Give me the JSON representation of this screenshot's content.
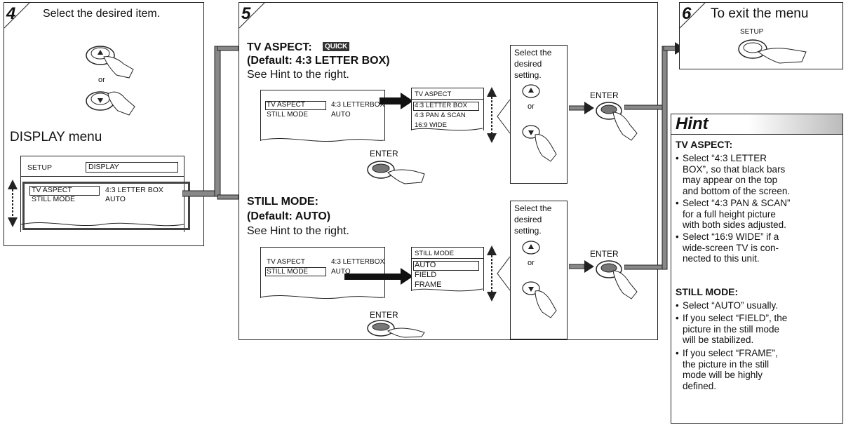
{
  "step4": {
    "number": "4",
    "title": "Select the desired item.",
    "or": "or",
    "display_menu_label": "DISPLAY menu",
    "menu": {
      "tab_setup": "SETUP",
      "tab_display": "DISPLAY",
      "row1_name": "TV ASPECT",
      "row1_value": "4:3 LETTER BOX",
      "row2_name": "STILL MODE",
      "row2_value": "AUTO"
    }
  },
  "step5": {
    "number": "5",
    "tv_aspect": {
      "heading": "TV ASPECT:",
      "badge": "QUICK",
      "default": "(Default: 4:3 LETTER BOX)",
      "see_hint": "See Hint to the right.",
      "menu_row1_name": "TV ASPECT",
      "menu_row1_value": "4:3 LETTERBOX",
      "menu_row2_name": "STILL MODE",
      "menu_row2_value": "AUTO",
      "options_title": "TV ASPECT",
      "options": [
        "4:3 LETTER BOX",
        "4:3 PAN & SCAN",
        "16:9 WIDE"
      ],
      "select_text": [
        "Select the",
        "desired",
        "setting."
      ],
      "or": "or",
      "enter_right": "ENTER",
      "enter_below": "ENTER"
    },
    "still_mode": {
      "heading": "STILL MODE:",
      "default": "(Default: AUTO)",
      "see_hint": "See Hint to the right.",
      "menu_row1_name": "TV ASPECT",
      "menu_row1_value": "4:3 LETTERBOX",
      "menu_row2_name": "STILL MODE",
      "menu_row2_value": "AUTO",
      "options_title": "STILL MODE",
      "options": [
        "AUTO",
        "FIELD",
        "FRAME"
      ],
      "select_text": [
        "Select the",
        "desired",
        "setting."
      ],
      "or": "or",
      "enter_right": "ENTER",
      "enter_below": "ENTER"
    }
  },
  "step6": {
    "number": "6",
    "title": "To exit the menu",
    "setup_label": "SETUP"
  },
  "hint": {
    "title": "Hint",
    "tv_aspect_heading": "TV ASPECT:",
    "tv_aspect_bullets": [
      [
        "Select “4:3 LETTER",
        "BOX”, so that black bars",
        "may appear on the top",
        "and bottom of the screen."
      ],
      [
        "Select “4:3 PAN & SCAN”",
        "for a full height picture",
        "with both sides adjusted."
      ],
      [
        "Select “16:9 WIDE” if a",
        "wide-screen TV is con-",
        "nected to this unit."
      ]
    ],
    "still_mode_heading": "STILL MODE:",
    "still_mode_bullets": [
      [
        "Select “AUTO” usually."
      ],
      [
        "If you select “FIELD”, the",
        "picture in the still mode",
        "will be stabilized."
      ],
      [
        "If you select “FRAME”,",
        "the picture in the still",
        "mode will be highly",
        "defined."
      ]
    ]
  }
}
